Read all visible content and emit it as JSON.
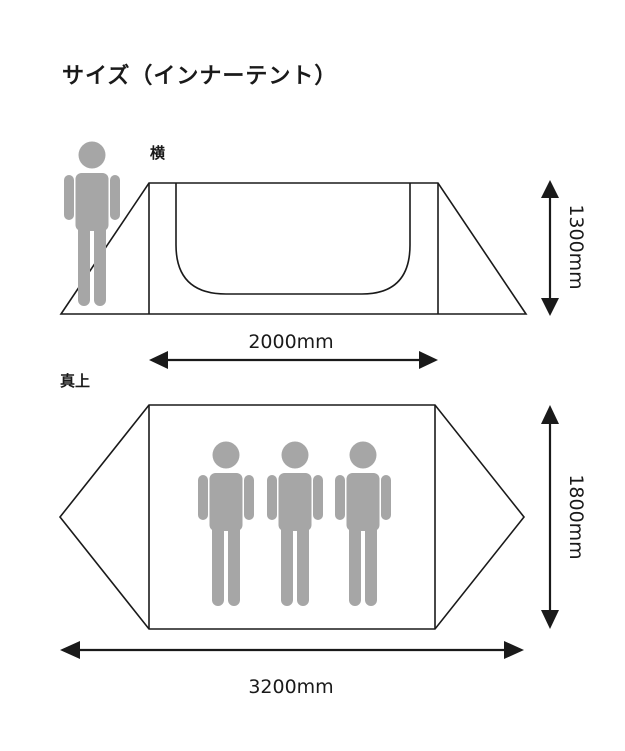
{
  "title": "サイズ（インナーテント）",
  "side_view": {
    "label": "横",
    "width_dimension": "2000mm",
    "height_dimension": "1300mm"
  },
  "top_view": {
    "label": "真上",
    "width_dimension": "3200mm",
    "depth_dimension": "1800mm"
  },
  "colors": {
    "outline": "#1a1a1a",
    "person": "#a6a6a6"
  }
}
